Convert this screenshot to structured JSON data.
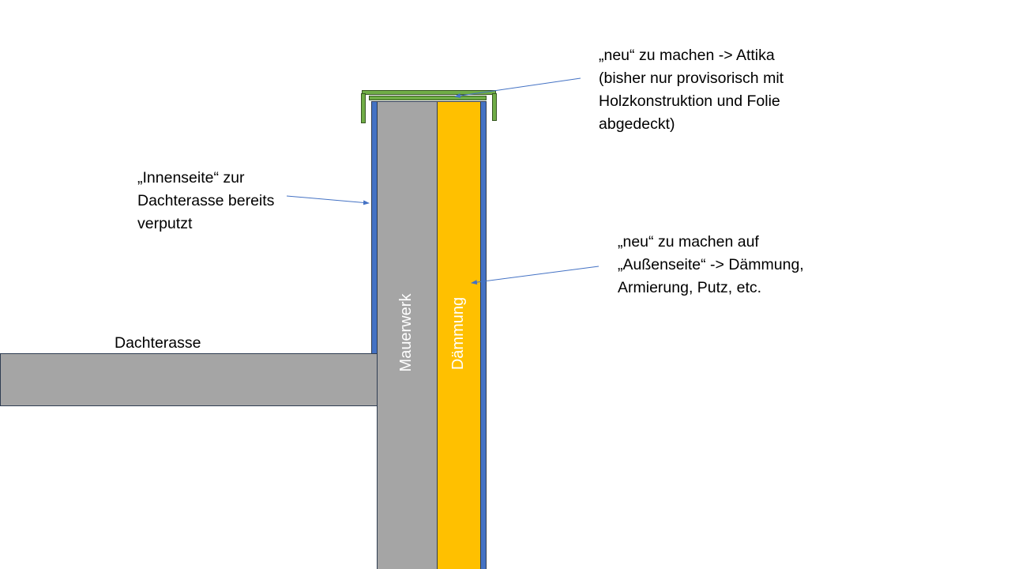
{
  "labels": {
    "attika": [
      "„neu“ zu machen -> Attika",
      "(bisher nur provisorisch mit",
      "Holzkonstruktion und Folie",
      "abgedeckt)"
    ],
    "innenseite": [
      "„Innenseite“ zur",
      "Dachterasse bereits",
      "verputzt"
    ],
    "aussenseite": [
      "„neu“ zu machen auf",
      "„Außenseite“ -> Dämmung,",
      "Armierung, Putz, etc."
    ],
    "dachterasse": "Dachterasse",
    "mauerwerk": "Mauerwerk",
    "daemmung": "Dämmung"
  },
  "colors": {
    "masonry": "#a5a5a5",
    "insulation": "#ffc000",
    "plaster": "#4472c4",
    "cap": "#70ad47",
    "arrow": "#4472c4"
  }
}
